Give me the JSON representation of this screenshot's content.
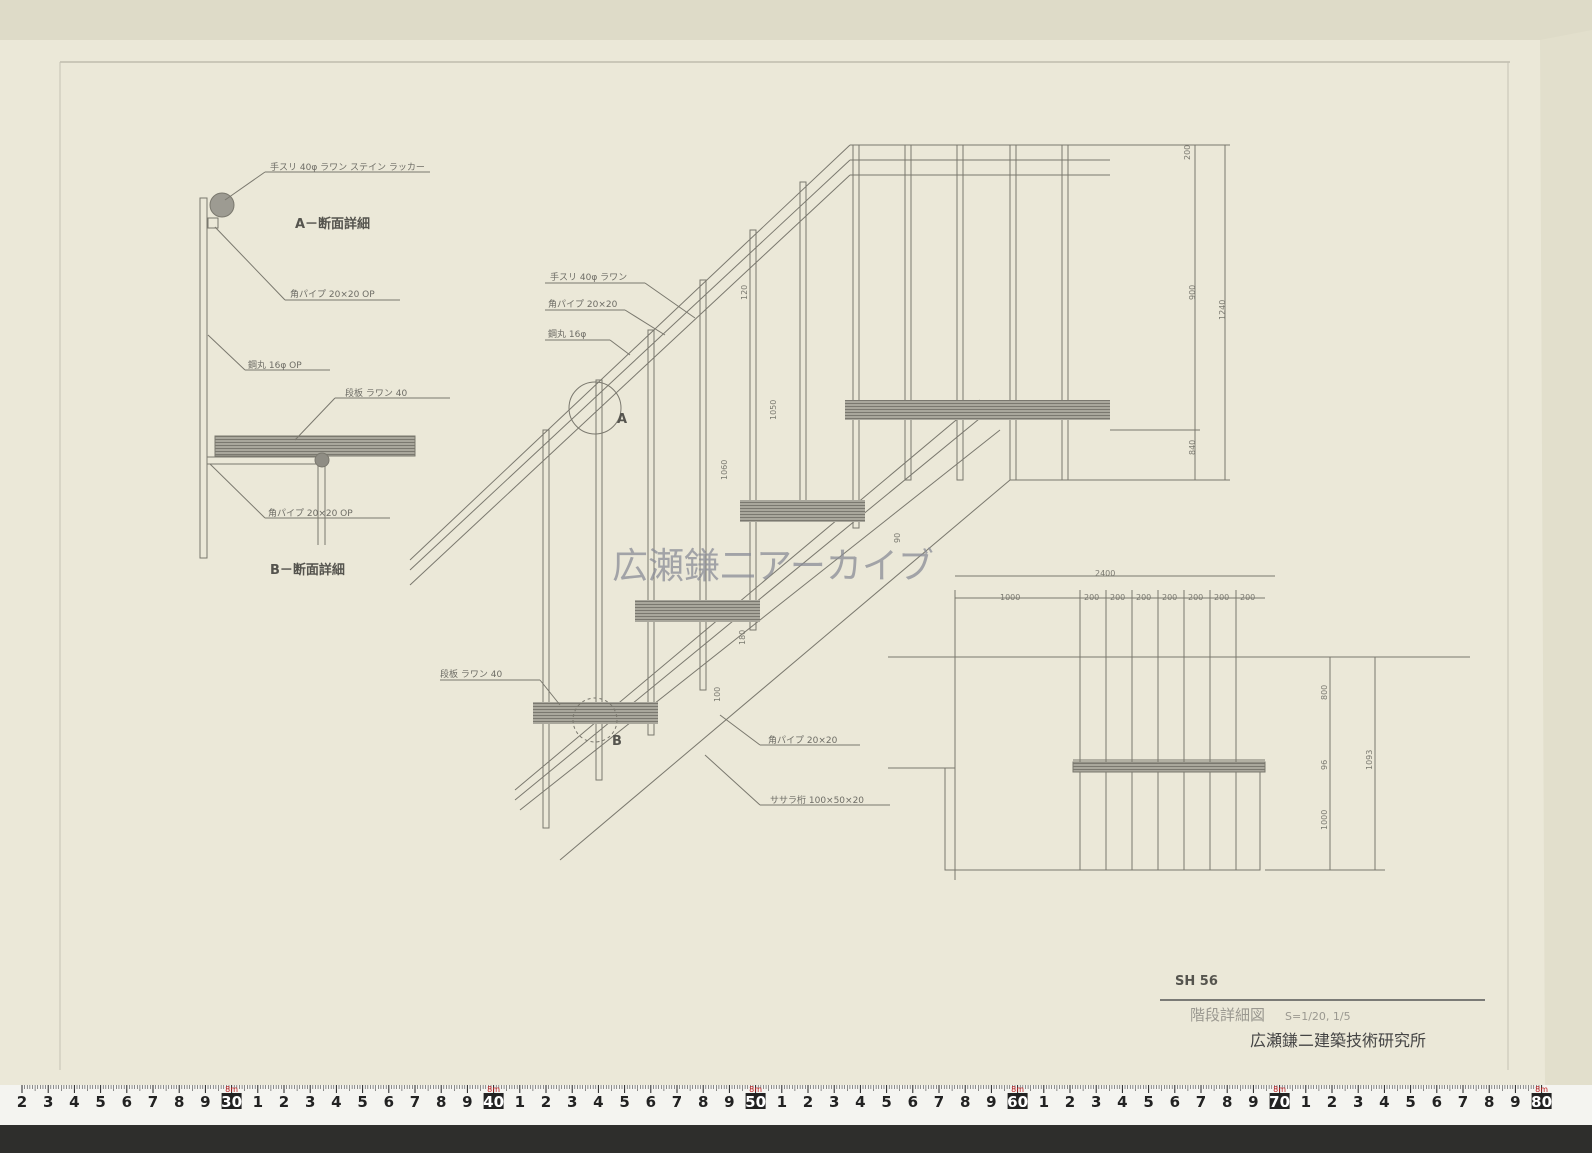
{
  "watermark": "広瀬鎌二アーカイブ",
  "detail_a": {
    "title": "A－断面詳細",
    "handrail": "手スリ 40φ ラワン ステイン ラッカー",
    "pipe": "角パイプ 20×20 OP",
    "bar": "鋼丸 16φ OP"
  },
  "detail_b": {
    "title": "B－断面詳細",
    "tread": "段板 ラワン 40",
    "pipe": "角パイプ 20×20 OP"
  },
  "elevation": {
    "handrail": "手スリ 40φ ラワン",
    "pipe": "角パイプ 20×20",
    "bar": "鋼丸 16φ",
    "tread": "段板 ラワン 40",
    "pipe_lower": "角パイプ 20×20",
    "stringer": "ササラ桁 100×50×20",
    "marker_a": "A",
    "marker_b": "B",
    "dims": [
      "1050",
      "1060",
      "200",
      "900",
      "1240",
      "840",
      "180",
      "90",
      "100",
      "120"
    ]
  },
  "plan": {
    "total": "2400",
    "left": "1000",
    "bays": [
      "200",
      "200",
      "200",
      "200",
      "200",
      "200",
      "200"
    ],
    "dims_v": [
      "800",
      "96",
      "1000",
      "1093"
    ]
  },
  "title_block": {
    "number": "SH 56",
    "title": "階段詳細図",
    "scale": "S=1/20, 1/5",
    "office": "広瀬鎌二建築技術研究所"
  },
  "ruler": {
    "labels": [
      "2",
      "3",
      "4",
      "5",
      "6",
      "7",
      "8",
      "9",
      "30",
      "1",
      "2",
      "3",
      "4",
      "5",
      "6",
      "7",
      "8",
      "9",
      "40",
      "1",
      "2",
      "3",
      "4",
      "5",
      "6",
      "7",
      "8",
      "9",
      "50",
      "1",
      "2",
      "3",
      "4",
      "5",
      "6",
      "7",
      "8",
      "9",
      "60",
      "1",
      "2",
      "3",
      "4",
      "5",
      "6",
      "7",
      "8",
      "9",
      "70",
      "1",
      "2",
      "3",
      "4",
      "5",
      "6",
      "7",
      "8",
      "9",
      "80"
    ],
    "unit": "8m"
  }
}
